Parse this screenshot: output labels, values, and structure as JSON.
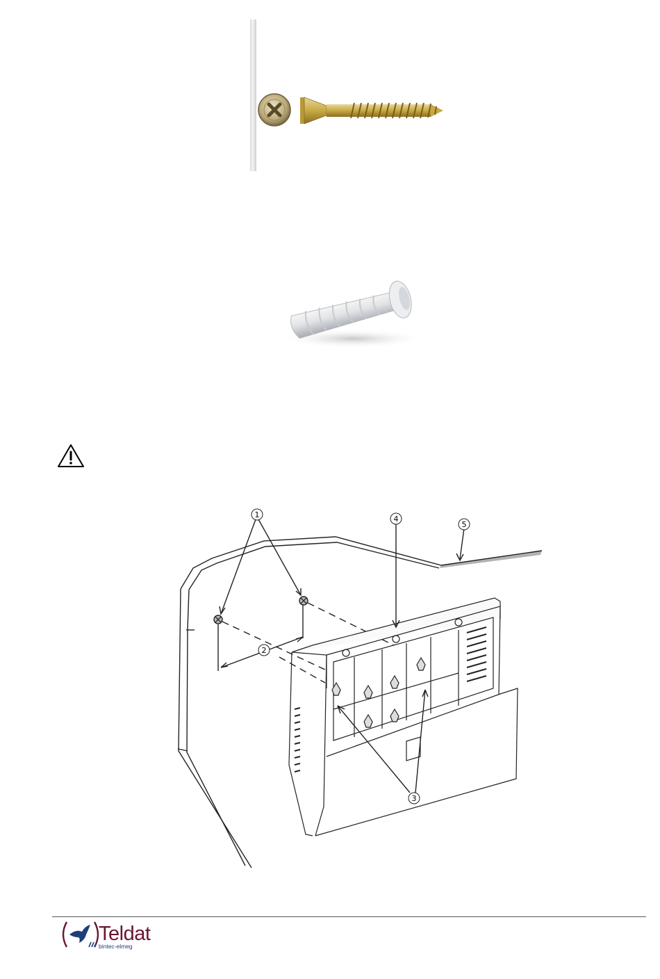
{
  "figures": {
    "screw": {
      "icon": "wood-screw-photo"
    },
    "anchor": {
      "icon": "plastic-wall-plug-photo"
    },
    "warning": {
      "icon": "warning-triangle-icon"
    },
    "mounting_diagram": {
      "callouts": [
        "1",
        "2",
        "3",
        "4",
        "5"
      ]
    }
  },
  "footer": {
    "logo_text": "Teldat",
    "logo_subtext": "bintec-elmeg",
    "logo_colors": {
      "primary": "#6b1530",
      "secondary": "#1f3f78"
    }
  }
}
